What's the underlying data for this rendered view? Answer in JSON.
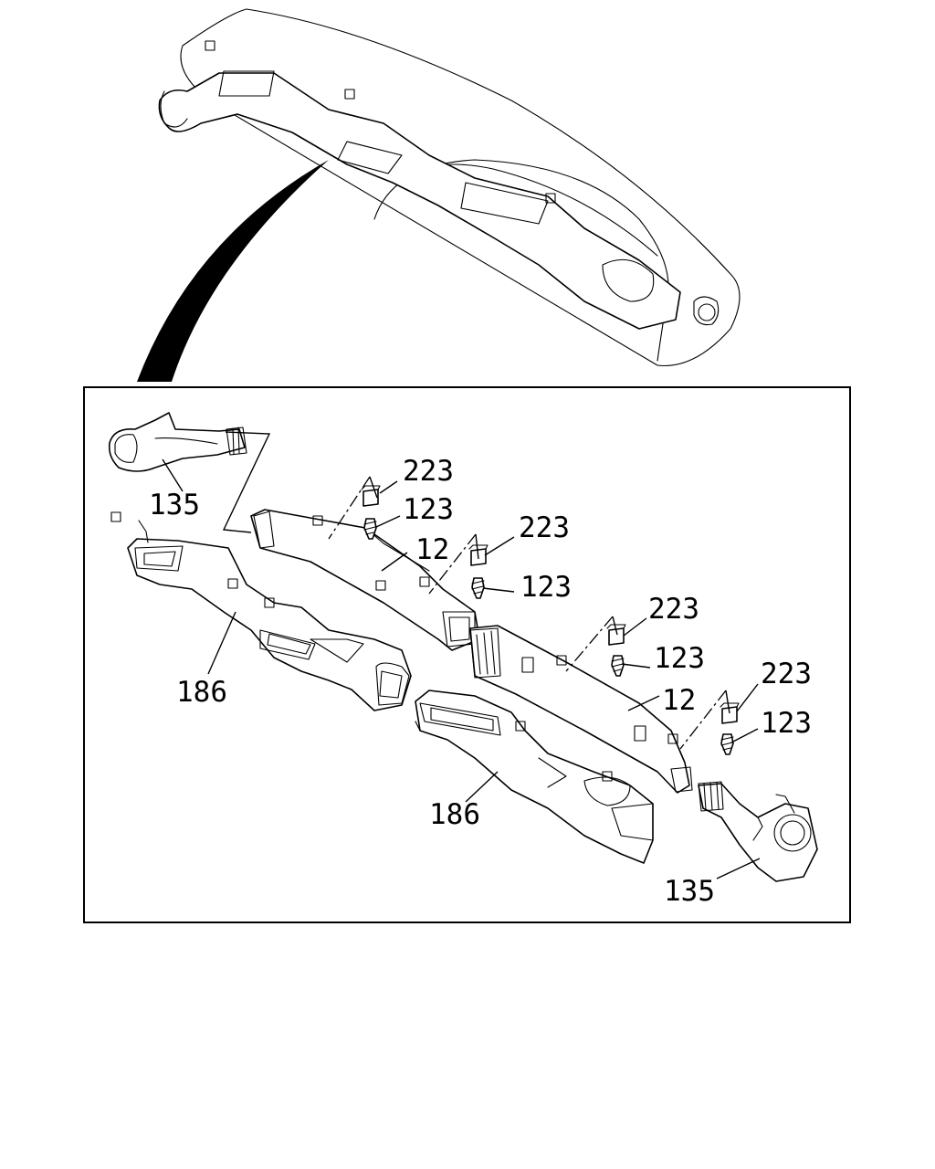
{
  "callouts": {
    "c135_top": "135",
    "c186_left": "186",
    "c12_left": "12",
    "c223_a": "223",
    "c123_a": "123",
    "c223_b": "223",
    "c123_b": "123",
    "c223_c": "223",
    "c123_c": "123",
    "c12_right": "12",
    "c223_d": "223",
    "c123_d": "123",
    "c186_right": "186",
    "c135_bottom": "135"
  }
}
